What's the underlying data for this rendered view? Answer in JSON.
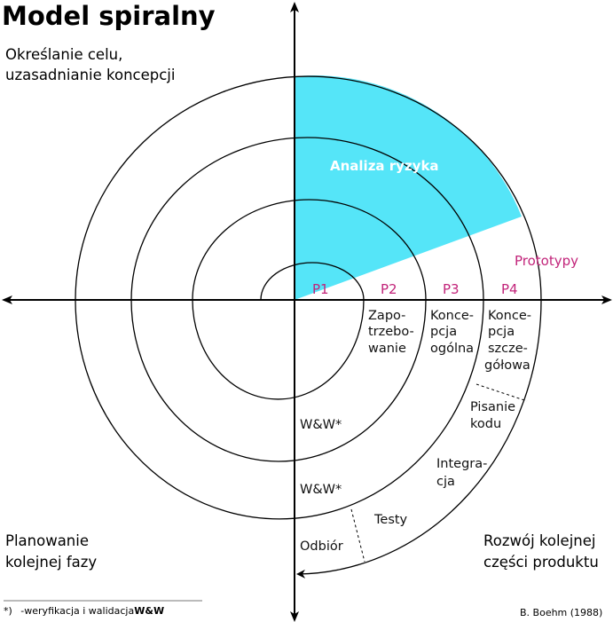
{
  "title": "Model spiralny",
  "quadrants": {
    "top_left": [
      "Określanie celu,",
      "uzasadnianie koncepcji"
    ],
    "bottom_left": [
      "Planowanie",
      "kolejnej fazy"
    ],
    "bottom_right": [
      "Rozwój kolejnej",
      "części produktu"
    ]
  },
  "risk_label": "Analiza ryzyka",
  "prototypes_label": "Prototypy",
  "phases": [
    "P1",
    "P2",
    "P3",
    "P4"
  ],
  "steps": {
    "requirements": [
      "Zapo-",
      "trzebo-",
      "wanie"
    ],
    "general_concept": [
      "Konce-",
      "pcja",
      "ogólna"
    ],
    "detailed_concept": [
      "Konce-",
      "pcja",
      "szcze-",
      "gółowa"
    ],
    "coding": [
      "Pisanie",
      "kodu"
    ],
    "integration": [
      "Integra-",
      "cja"
    ],
    "tests": "Testy",
    "acceptance": "Odbiór",
    "vv_1": "W&W*",
    "vv_2": "W&W*"
  },
  "footnote": {
    "marker": "*)",
    "text": "-weryfikacja i walidacja",
    "bold": "W&W"
  },
  "credit": "B. Boehm (1988)",
  "colors": {
    "risk_fill": "#55e5f8",
    "phase_label": "#c2247a",
    "line": "#000000"
  }
}
